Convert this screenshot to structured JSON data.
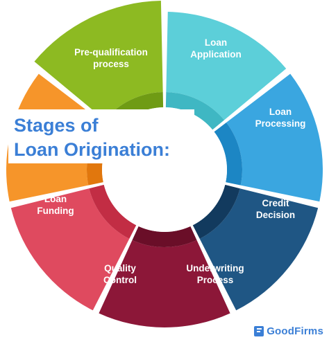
{
  "title": {
    "line1": "Stages of",
    "line2": "Loan Origination:",
    "color": "#3b7fd6"
  },
  "stages": [
    {
      "key": "prequal",
      "line1": "Pre-qualification",
      "line2": "process",
      "color": "#8dba22",
      "inner": "#6f9b14"
    },
    {
      "key": "application",
      "line1": "Loan",
      "line2": "Application",
      "color": "#5ccfd9",
      "inner": "#3fb7c3"
    },
    {
      "key": "processing",
      "line1": "Loan",
      "line2": "Processing",
      "color": "#3aa6e0",
      "inner": "#1c86c4"
    },
    {
      "key": "decision",
      "line1": "Credit",
      "line2": "Decision",
      "color": "#1f5684",
      "inner": "#123a5e"
    },
    {
      "key": "underwriting",
      "line1": "Underwriting",
      "line2": "Process",
      "color": "#8c1738",
      "inner": "#6a0e28"
    },
    {
      "key": "quality",
      "line1": "Quality",
      "line2": "Control",
      "color": "#df4a5f",
      "inner": "#c22d44"
    },
    {
      "key": "funding",
      "line1": "Loan",
      "line2": "Funding",
      "color": "#f6952a",
      "inner": "#e1770d"
    }
  ],
  "brand": {
    "name": "GoodFirms",
    "color": "#3b7fd6"
  }
}
